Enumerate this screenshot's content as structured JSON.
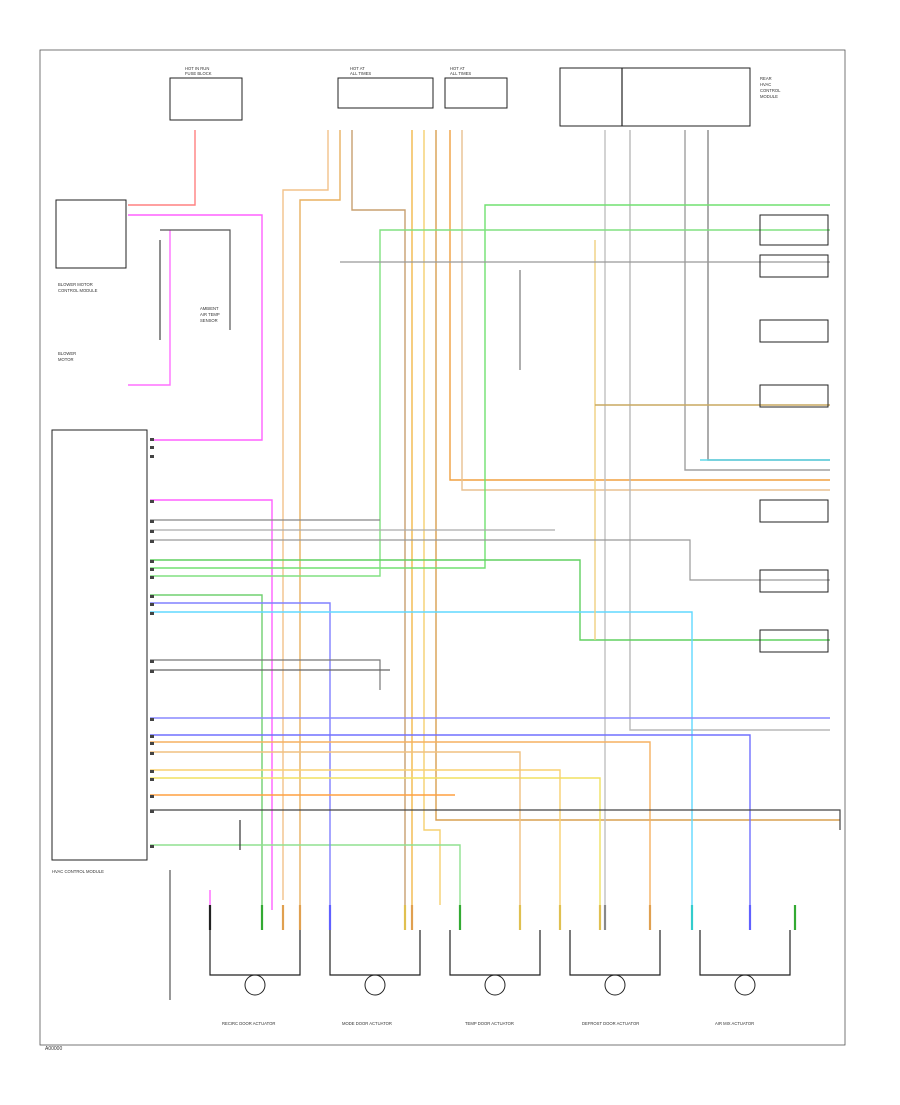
{
  "diagram": {
    "components": [
      {
        "key": "fuse_box_1",
        "lines": [
          "HOT IN RUN",
          "FUSE BLOCK"
        ]
      },
      {
        "key": "fuse_box_2",
        "lines": [
          "HOT AT",
          "ALL TIMES"
        ]
      },
      {
        "key": "fuse_box_3",
        "lines": [
          "HOT AT",
          "ALL TIMES"
        ]
      },
      {
        "key": "body_module",
        "lines": [
          "BLOWER MOTOR",
          "CONTROL MODULE"
        ]
      },
      {
        "key": "hvac_module",
        "lines": [
          "HVAC CONTROL MODULE"
        ]
      },
      {
        "key": "blower_motor",
        "lines": [
          "BLOWER",
          "MOTOR"
        ]
      },
      {
        "key": "rear_module",
        "lines": [
          "REAR",
          "HVAC",
          "CONTROL",
          "MODULE"
        ]
      },
      {
        "key": "temp_sensor",
        "lines": [
          "AMBIENT",
          "AIR TEMP",
          "SENSOR"
        ]
      }
    ],
    "actuators": [
      {
        "key": "act1",
        "label": "RECIRC DOOR ACTUATOR"
      },
      {
        "key": "act2",
        "label": "MODE DOOR ACTUATOR"
      },
      {
        "key": "act3",
        "label": "TEMP DOOR ACTUATOR"
      },
      {
        "key": "act4",
        "label": "DEFROST DOOR ACTUATOR"
      },
      {
        "key": "act5",
        "label": "AIR MIX ACTUATOR"
      }
    ],
    "footer_code": "A00000"
  }
}
